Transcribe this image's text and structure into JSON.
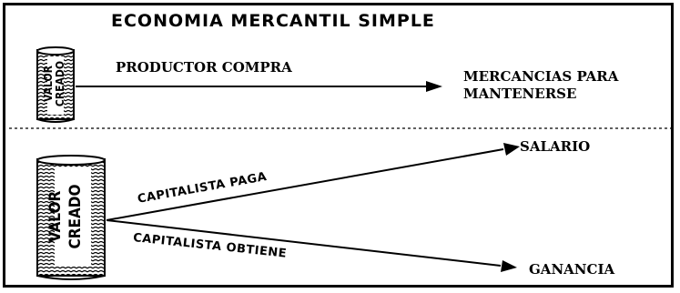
{
  "title": "ECONOMIA MERCANTIL SIMPLE",
  "top": {
    "cylinder_line1": "VALOR",
    "cylinder_line2": "CREADO",
    "arrow_label": "PRODUCTOR COMPRA",
    "target_line1": "MERCANCIAS PARA",
    "target_line2": "MANTENERSE"
  },
  "bottom": {
    "cylinder_line1": "VALOR",
    "cylinder_line2": "CREADO",
    "upper_arrow_label": "CAPITALISTA PAGA",
    "lower_arrow_label": "CAPITALISTA OBTIENE",
    "upper_target": "SALARIO",
    "lower_target": "GANANCIA"
  }
}
